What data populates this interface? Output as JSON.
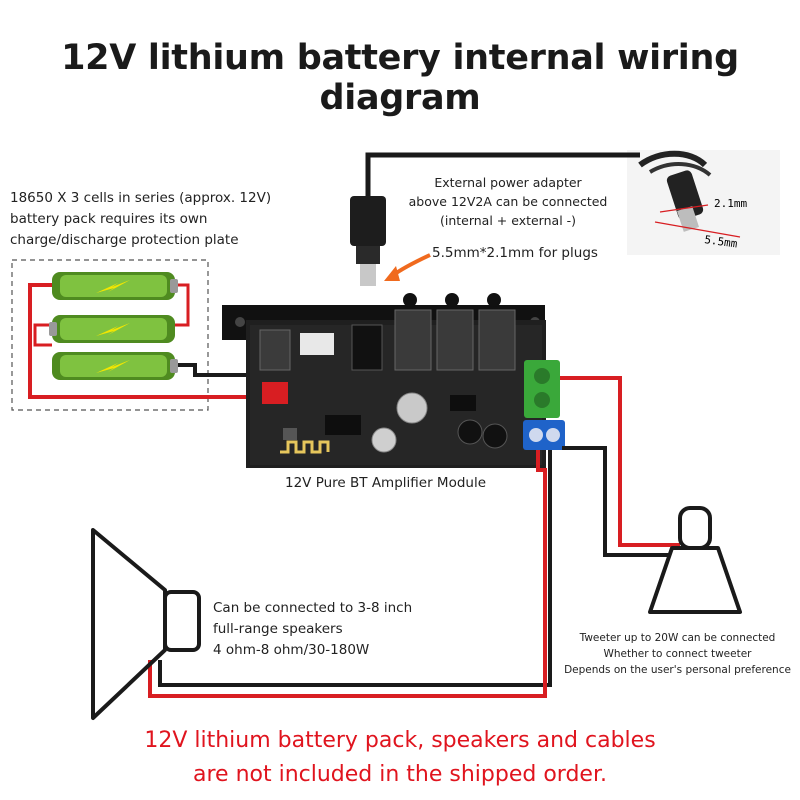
{
  "title": "12V lithium battery internal wiring diagram",
  "battery_note": [
    "18650 X 3 cells in series (approx. 12V)",
    "battery pack requires its own",
    "charge/discharge protection plate"
  ],
  "adapter_note": [
    "External power adapter",
    "above 12V2A can be connected",
    "(internal + external -)"
  ],
  "plug_note": "5.5mm*2.1mm for plugs",
  "plug_dims": {
    "inner": "2.1mm",
    "outer": "5.5mm"
  },
  "module_label": "12V Pure BT Amplifier Module",
  "speaker_note": [
    "Can be connected to 3-8 inch",
    "full-range speakers",
    "4 ohm-8 ohm/30-180W"
  ],
  "tweeter_note": [
    "Tweeter up to 20W can be connected",
    "Whether to connect tweeter",
    "Depends on the user's personal preference"
  ],
  "warning": [
    "12V lithium battery pack, speakers and cables",
    "are not included in the shipped order."
  ],
  "colors": {
    "wire_red": "#d81e22",
    "wire_black": "#1a1a1a",
    "pcb": "#1c1c1c",
    "battery_green": "#6fb62e",
    "terminal_green": "#3aa83a",
    "terminal_blue": "#1f63c9",
    "warning_red": "#e0141e",
    "arrow_orange": "#f06a1e"
  }
}
